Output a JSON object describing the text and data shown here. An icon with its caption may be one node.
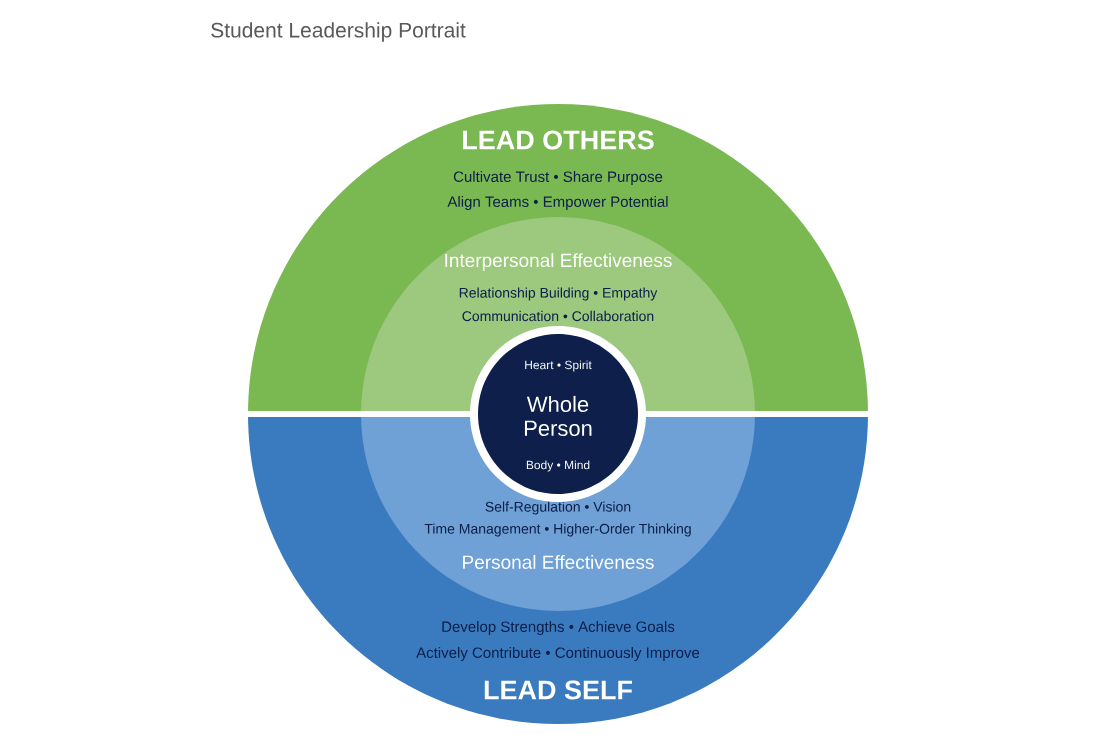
{
  "diagram": {
    "title": "Student Leadership Portrait",
    "nodes": [
      {
        "text": [
          "LEAD OTHERS",
          "Cultivate Trust • Share Purpose",
          "Align Teams • Empower Potential"
        ]
      },
      {
        "text": [
          "Interpersonal Effectiveness",
          "Relationship Building • Empathy",
          "Communication • Collaboration"
        ],
        "in": 0
      },
      {
        "text": [
          "Heart • Spirit",
          "Whole Person",
          "Body • Mind"
        ]
      },
      {
        "text": [
          "Develop Strengths • Achieve Goals",
          "Actively Contribute • Continuously Improve",
          "LEAD SELF"
        ]
      },
      {
        "text": [
          "Self-Regulation • Vision",
          "Time Management • Higher-Order Thinking",
          "Personal Effectiveness"
        ],
        "in": 3
      }
    ]
  }
}
